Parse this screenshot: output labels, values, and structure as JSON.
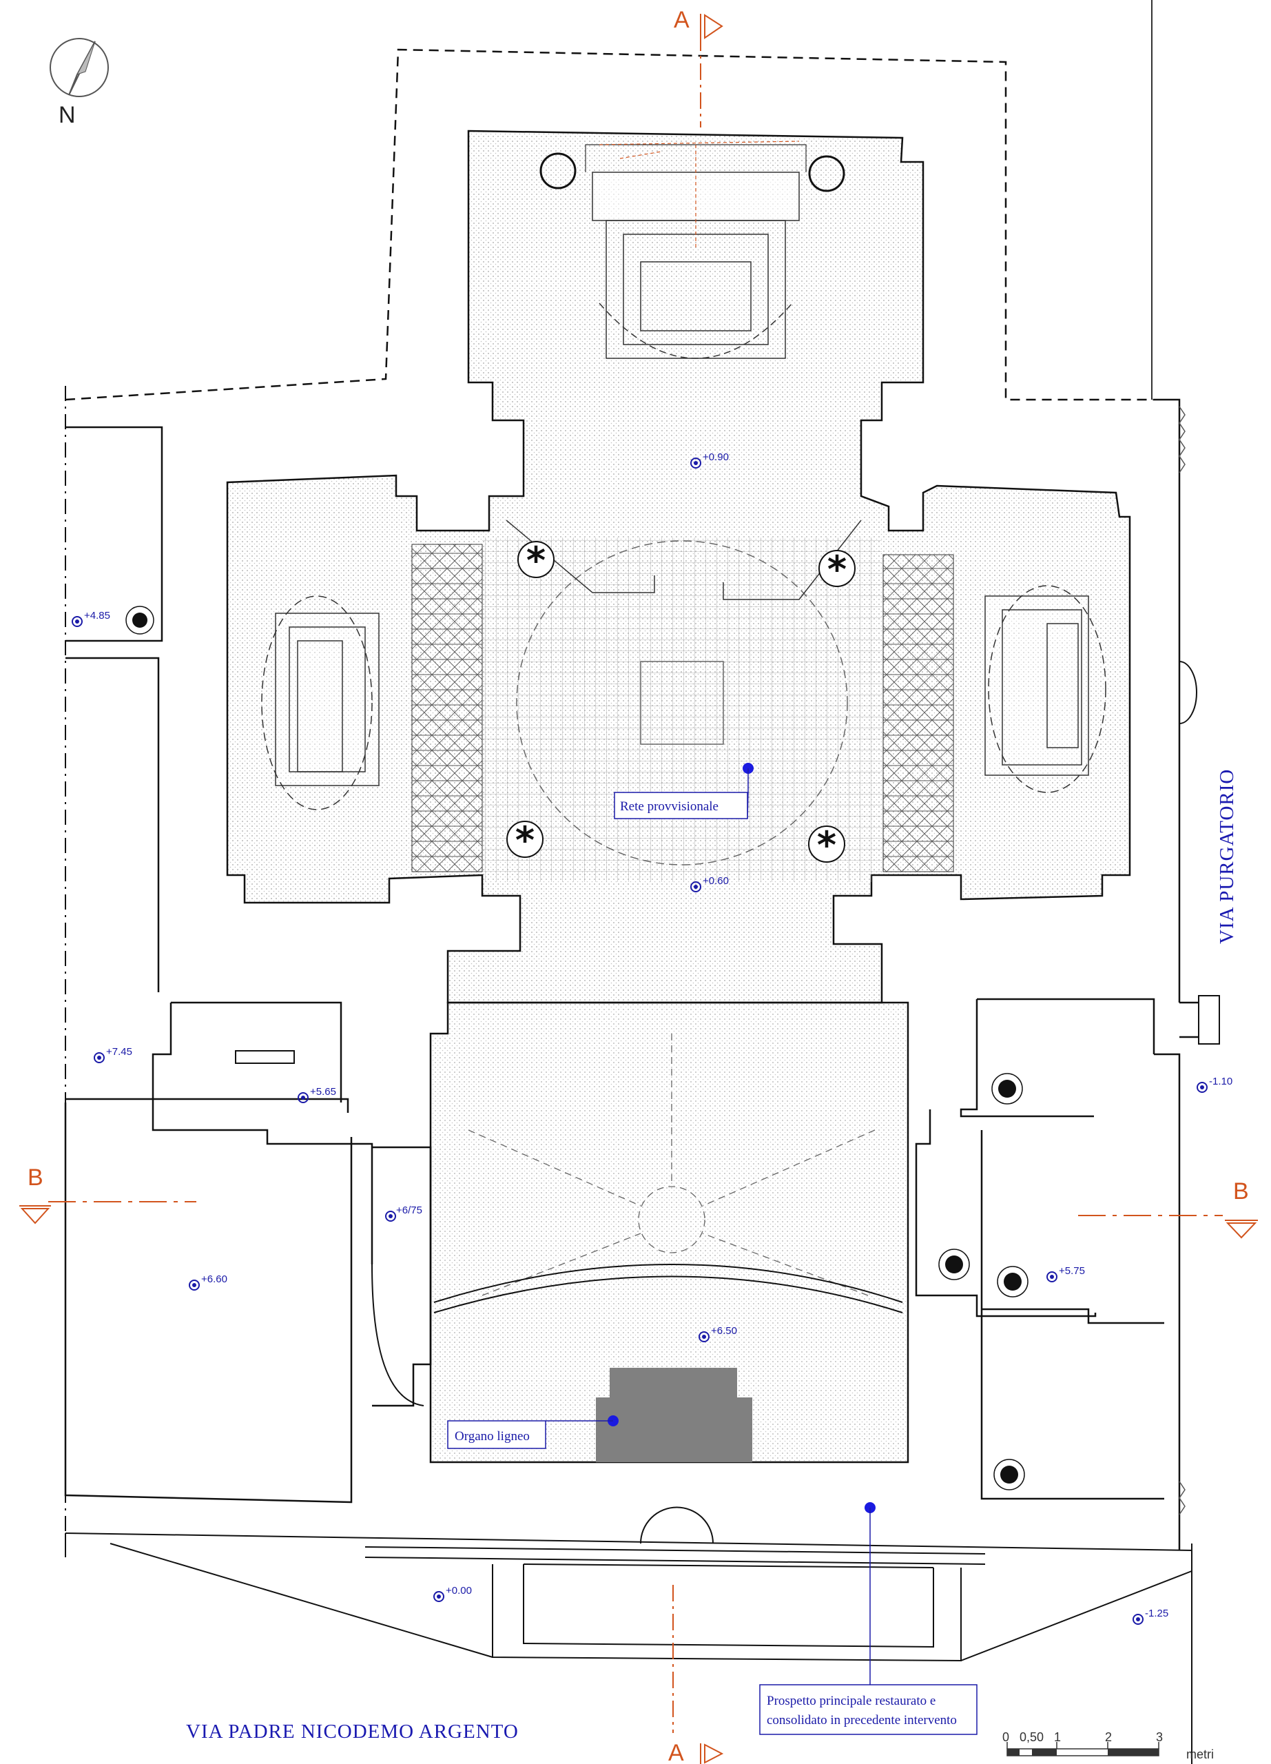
{
  "north": {
    "label": "N",
    "icon": "north-arrow-icon"
  },
  "sections": {
    "a_top": "A",
    "a_bottom": "A",
    "b_left": "B",
    "b_right": "B"
  },
  "streets": {
    "east": "VIA PURGATORIO",
    "south": "VIA PADRE NICODEMO ARGENTO"
  },
  "levels": [
    "+0.90",
    "+0.60",
    "+4.85",
    "+7.45",
    "+5.65",
    "+6/75",
    "+6.60",
    "+6.50",
    "+0.00",
    "-1.10",
    "+5.75",
    "-1.25"
  ],
  "annotations": {
    "rete": "Rete provvisionale",
    "organo": "Organo ligneo",
    "prospetto_line1": "Prospetto principale restaurato e",
    "prospetto_line2": "consolidato in precedente intervento"
  },
  "scale": {
    "ticks": [
      "0",
      "0,50",
      "1",
      "2",
      "3"
    ],
    "unit": "metri"
  },
  "colors": {
    "section_mark": "#d2541d",
    "annotation_blue": "#1a1aa8",
    "organ_fill": "#808080",
    "hatch": "#9a9a9a"
  }
}
